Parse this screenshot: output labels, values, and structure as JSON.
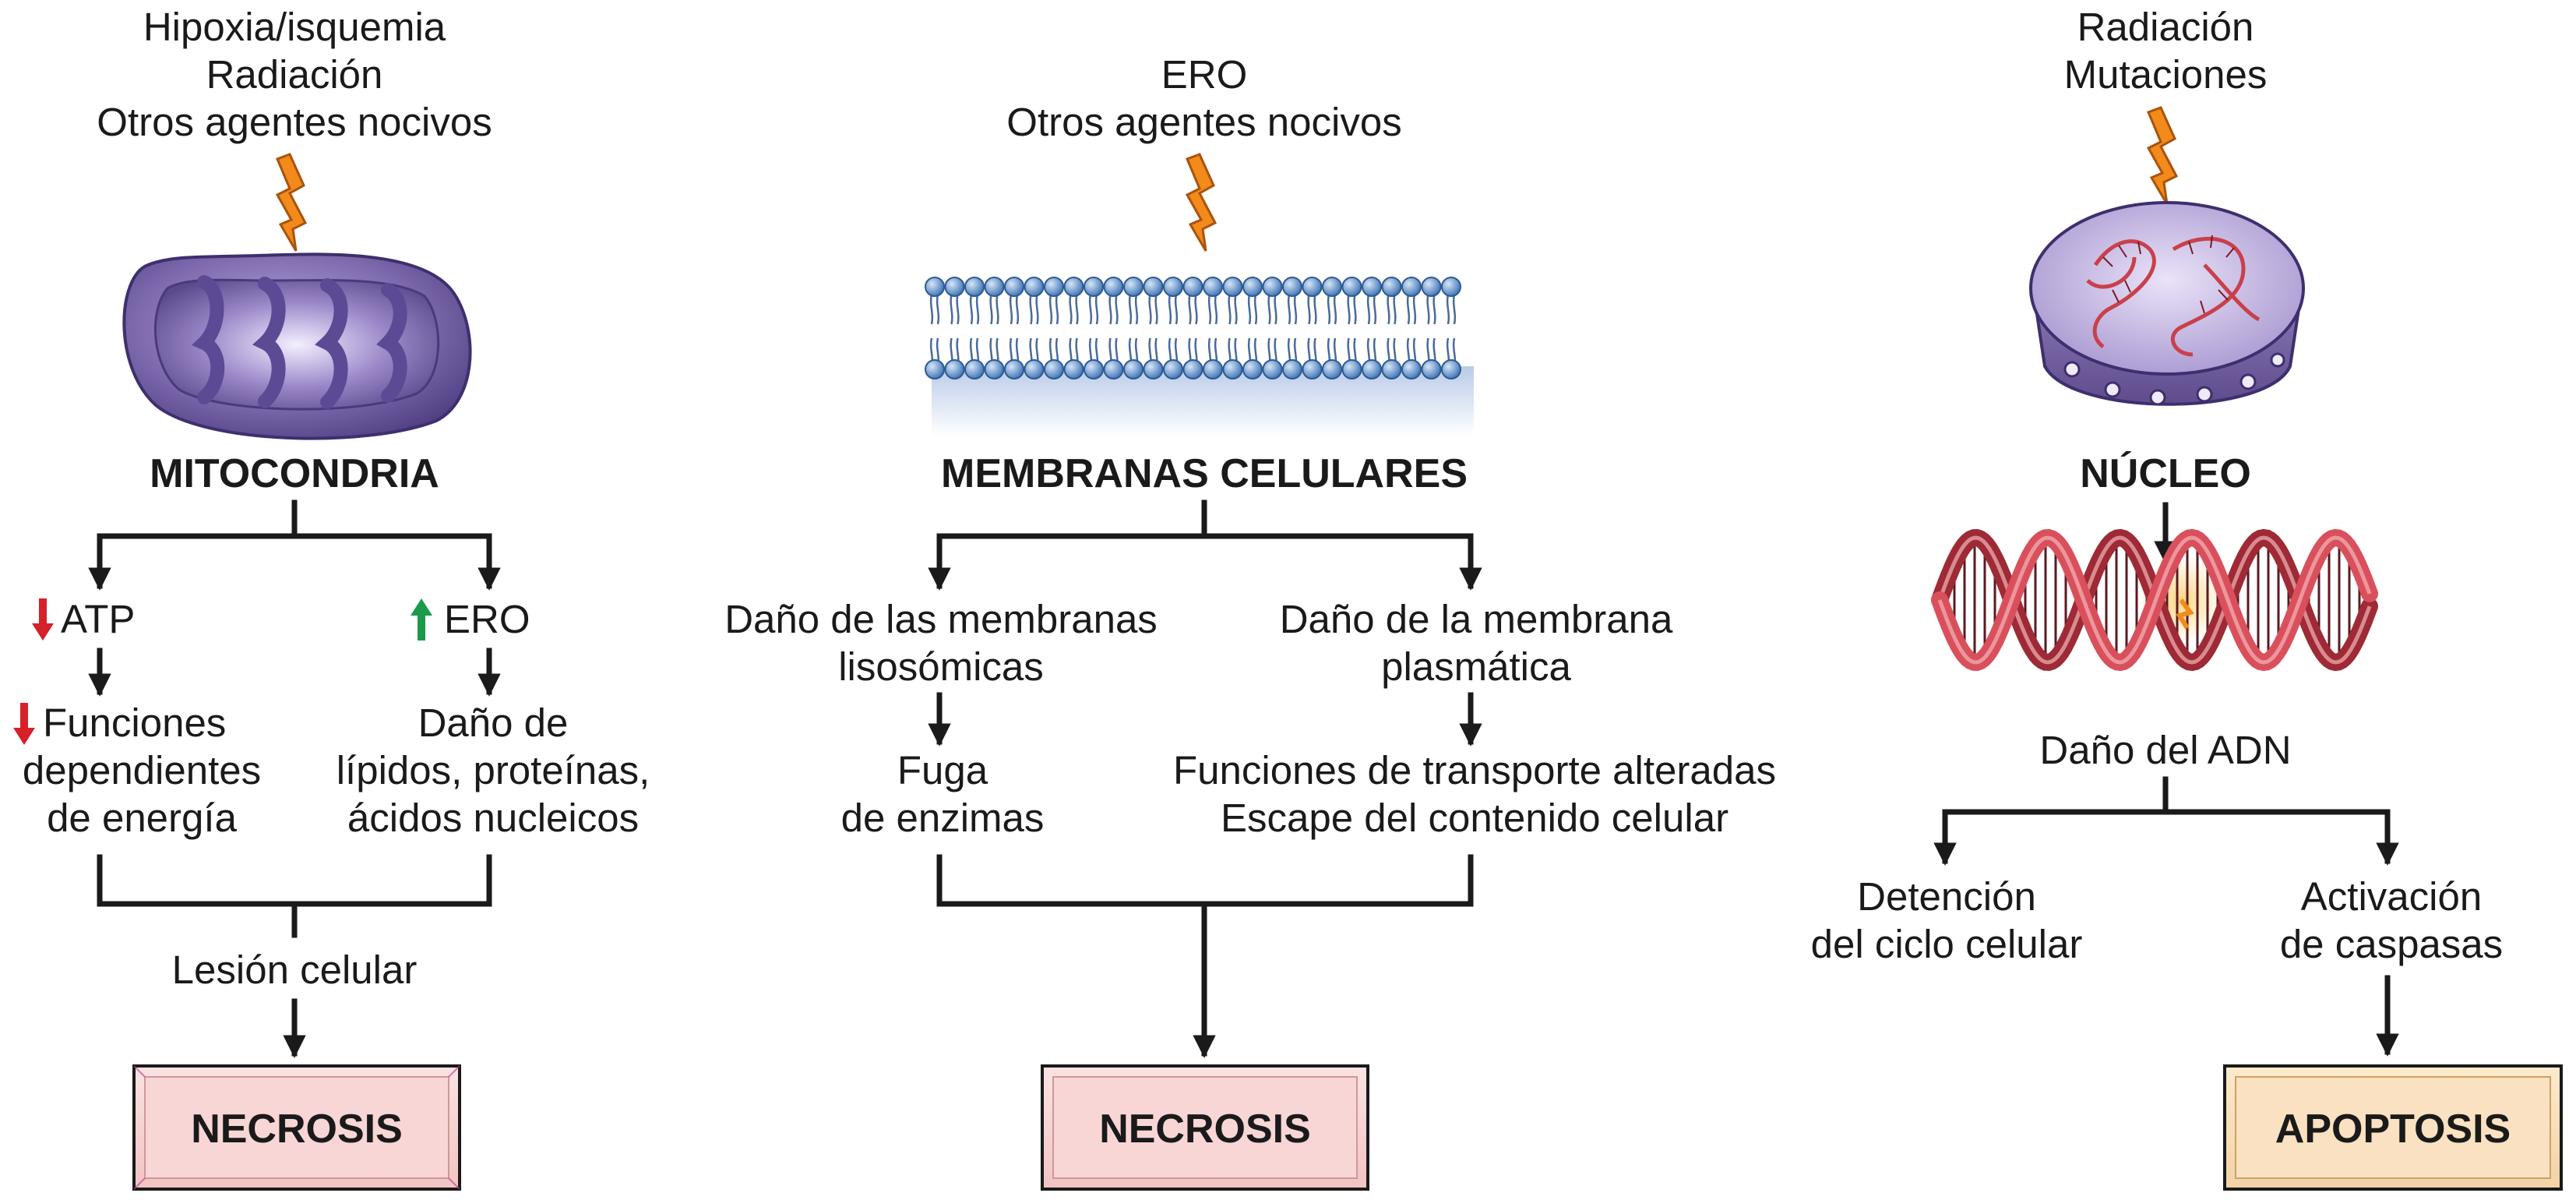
{
  "colors": {
    "line": "#1a1a1a",
    "necrosis_box": "#f6cfcf",
    "apoptosis_box": "#f8dcb8",
    "arrow_down": "#d6202a",
    "arrow_up": "#1a9a4a",
    "bolt": "#f28a1c",
    "mitochondrion": "#7e6aae",
    "membrane_head": "#6f9fd3",
    "dna_helix": "#c9404b",
    "nucleus": "#b7a7d8"
  },
  "icons": [
    "lightning-bolt-icon",
    "mitochondrion-icon",
    "membrane-bilayer-icon",
    "nucleus-icon",
    "dna-helix-icon",
    "red-down-arrow-icon",
    "green-up-arrow-icon"
  ],
  "left": {
    "causes": [
      "Hipoxia/isquemia",
      "Radiación",
      "Otros agentes nocivos"
    ],
    "organelle": "MITOCONDRIA",
    "branch_left": {
      "label": "ATP",
      "indicator": "down",
      "effect_lines": [
        "Funciones",
        "dependientes",
        "de energía"
      ],
      "effect_indicator": "down"
    },
    "branch_right": {
      "label": "ERO",
      "indicator": "up",
      "effect_lines": [
        "Daño de",
        "lípidos, proteínas,",
        "ácidos nucleicos"
      ]
    },
    "merge_label": "Lesión celular",
    "outcome": "NECROSIS"
  },
  "middle": {
    "causes": [
      "ERO",
      "Otros agentes nocivos"
    ],
    "organelle": "MEMBRANAS CELULARES",
    "branch_left": {
      "label_lines": [
        "Daño de las membranas",
        "lisosómicas"
      ],
      "effect_lines": [
        "Fuga",
        "de enzimas"
      ]
    },
    "branch_right": {
      "label_lines": [
        "Daño de la membrana",
        "plasmática"
      ],
      "effect_lines": [
        "Funciones de transporte alteradas",
        "Escape del contenido celular"
      ]
    },
    "outcome": "NECROSIS"
  },
  "right": {
    "causes": [
      "Radiación",
      "Mutaciones"
    ],
    "organelle": "NÚCLEO",
    "damage_label": "Daño del ADN",
    "branch_left": {
      "label_lines": [
        "Detención",
        "del ciclo celular"
      ]
    },
    "branch_right": {
      "label_lines": [
        "Activación",
        "de caspasas"
      ]
    },
    "outcome": "APOPTOSIS"
  }
}
